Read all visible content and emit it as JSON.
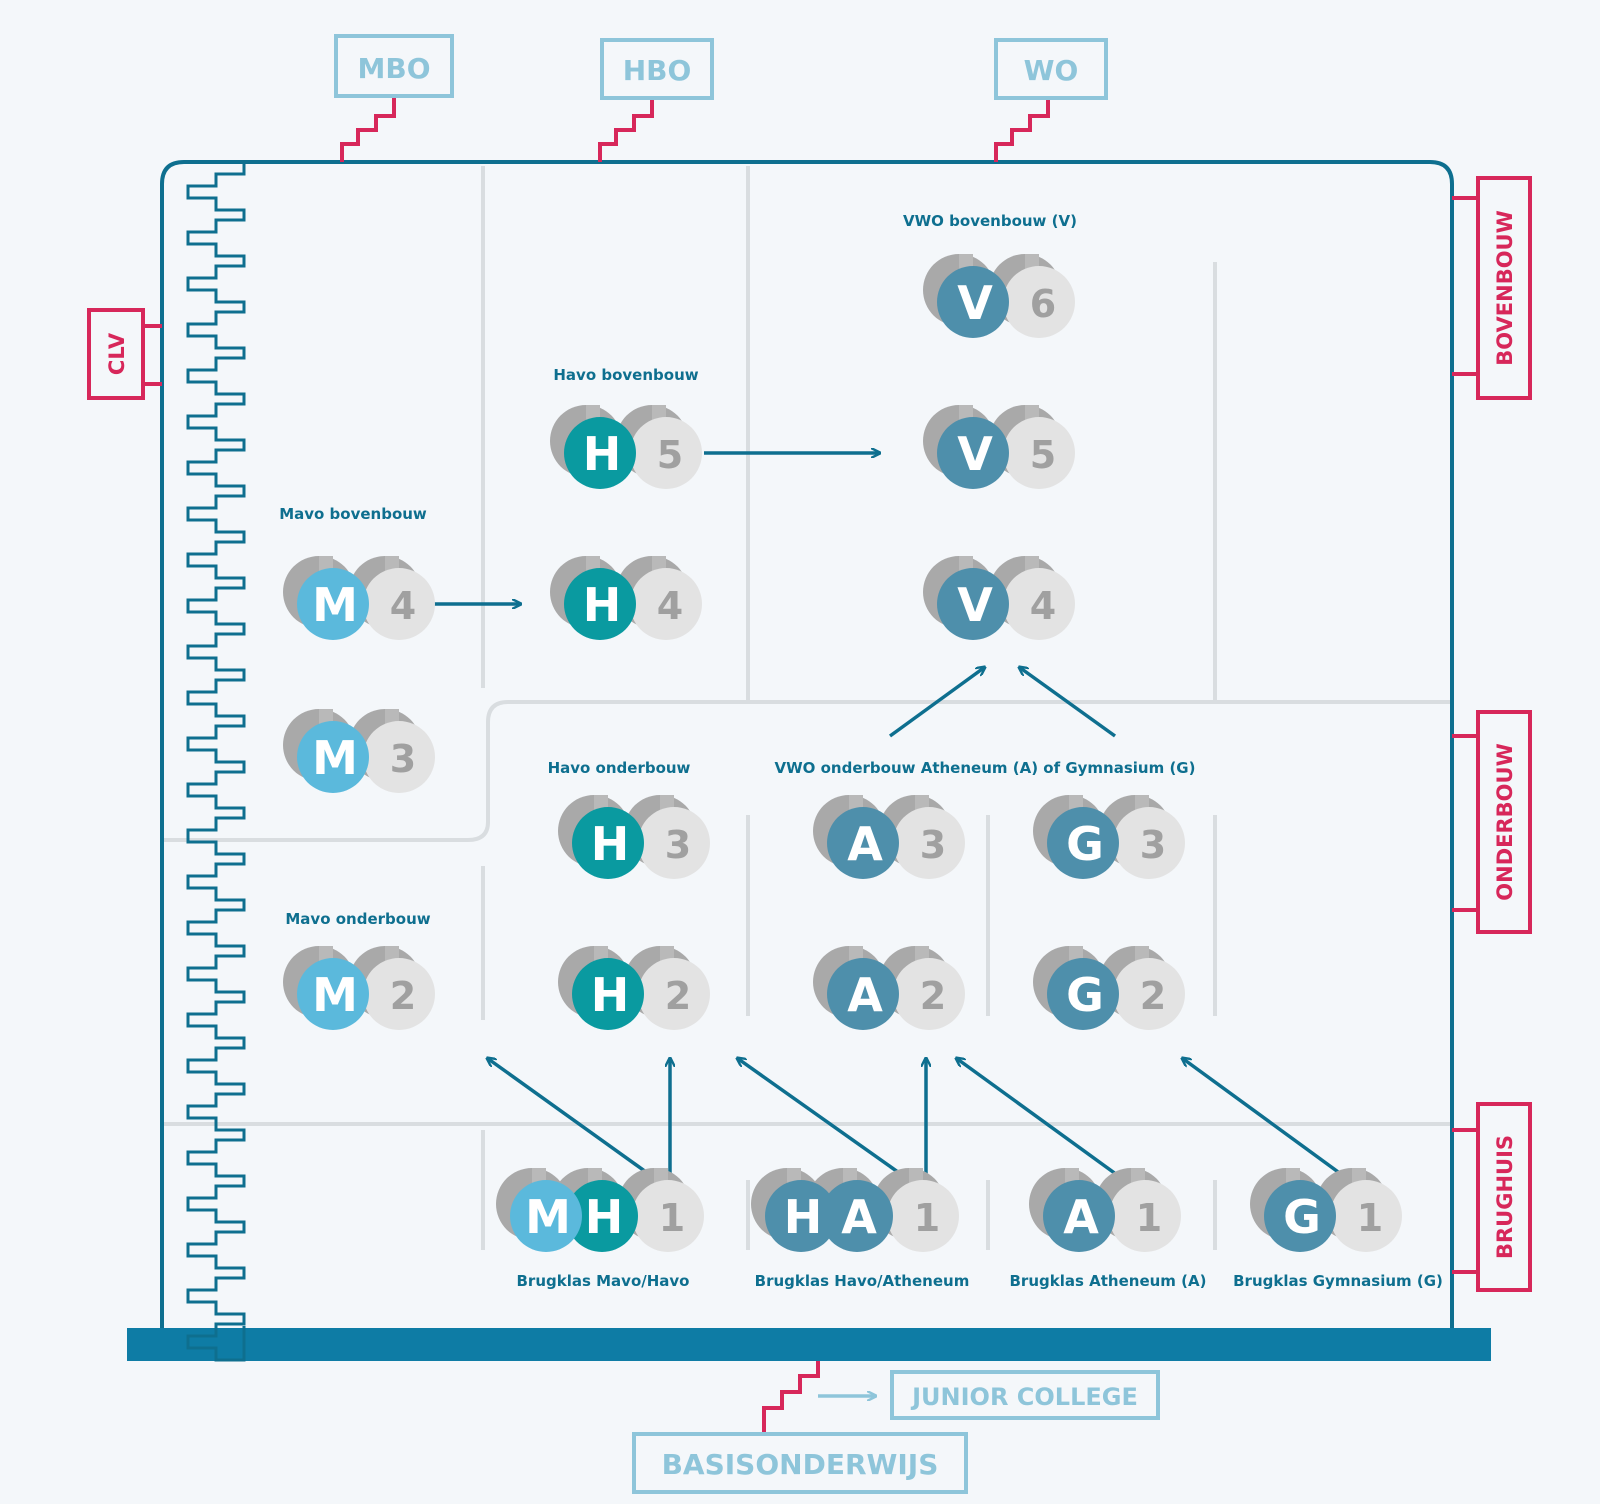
{
  "colors": {
    "frame": "#0e6f8f",
    "accent": "#d7275a",
    "light_box": "#8ec5da",
    "divider": "#d9dde0",
    "mavo": "#5bb9dc",
    "havo": "#0a9aa0",
    "vwo": "#4e8fab",
    "level_circle": "#e3e3e3"
  },
  "outcomes": {
    "mbo": "MBO",
    "hbo": "HBO",
    "wo": "WO"
  },
  "side_labels": {
    "clv": "CLV",
    "bovenbouw": "BOVENBOUW",
    "onderbouw": "ONDERBOUW",
    "brughuis": "BRUGHUIS"
  },
  "sections": {
    "vwo_bovenbouw": "VWO bovenbouw (V)",
    "havo_bovenbouw": "Havo bovenbouw",
    "mavo_bovenbouw": "Mavo bovenbouw",
    "havo_onderbouw": "Havo onderbouw",
    "vwo_onderbouw": "VWO onderbouw Atheneum (A) of Gymnasium (G)",
    "mavo_onderbouw": "Mavo onderbouw",
    "brugklas_mh": "Brugklas Mavo/Havo",
    "brugklas_ha": "Brugklas Havo/Atheneum",
    "brugklas_a": "Brugklas  Atheneum (A)",
    "brugklas_g": "Brugklas Gymnasium (G)"
  },
  "bottom": {
    "junior_college": "JUNIOR COLLEGE",
    "basisonderwijs": "BASISONDERWIJS"
  },
  "tokens": [
    {
      "id": "v6",
      "letters": [
        "V"
      ],
      "tracks": [
        "vwo"
      ],
      "level": "6"
    },
    {
      "id": "v5",
      "letters": [
        "V"
      ],
      "tracks": [
        "vwo"
      ],
      "level": "5"
    },
    {
      "id": "v4",
      "letters": [
        "V"
      ],
      "tracks": [
        "vwo"
      ],
      "level": "4"
    },
    {
      "id": "h5",
      "letters": [
        "H"
      ],
      "tracks": [
        "havo"
      ],
      "level": "5"
    },
    {
      "id": "h4",
      "letters": [
        "H"
      ],
      "tracks": [
        "havo"
      ],
      "level": "4"
    },
    {
      "id": "m4",
      "letters": [
        "M"
      ],
      "tracks": [
        "mavo"
      ],
      "level": "4"
    },
    {
      "id": "m3",
      "letters": [
        "M"
      ],
      "tracks": [
        "mavo"
      ],
      "level": "3"
    },
    {
      "id": "h3",
      "letters": [
        "H"
      ],
      "tracks": [
        "havo"
      ],
      "level": "3"
    },
    {
      "id": "a3",
      "letters": [
        "A"
      ],
      "tracks": [
        "vwo"
      ],
      "level": "3"
    },
    {
      "id": "g3",
      "letters": [
        "G"
      ],
      "tracks": [
        "vwo"
      ],
      "level": "3"
    },
    {
      "id": "m2",
      "letters": [
        "M"
      ],
      "tracks": [
        "mavo"
      ],
      "level": "2"
    },
    {
      "id": "h2",
      "letters": [
        "H"
      ],
      "tracks": [
        "havo"
      ],
      "level": "2"
    },
    {
      "id": "a2",
      "letters": [
        "A"
      ],
      "tracks": [
        "vwo"
      ],
      "level": "2"
    },
    {
      "id": "g2",
      "letters": [
        "G"
      ],
      "tracks": [
        "vwo"
      ],
      "level": "2"
    },
    {
      "id": "mh1",
      "letters": [
        "M",
        "H"
      ],
      "tracks": [
        "mavo",
        "havo"
      ],
      "level": "1"
    },
    {
      "id": "ha1",
      "letters": [
        "H",
        "A"
      ],
      "tracks": [
        "vwo",
        "vwo"
      ],
      "level": "1"
    },
    {
      "id": "a1",
      "letters": [
        "A"
      ],
      "tracks": [
        "vwo"
      ],
      "level": "1"
    },
    {
      "id": "g1",
      "letters": [
        "G"
      ],
      "tracks": [
        "vwo"
      ],
      "level": "1"
    }
  ]
}
